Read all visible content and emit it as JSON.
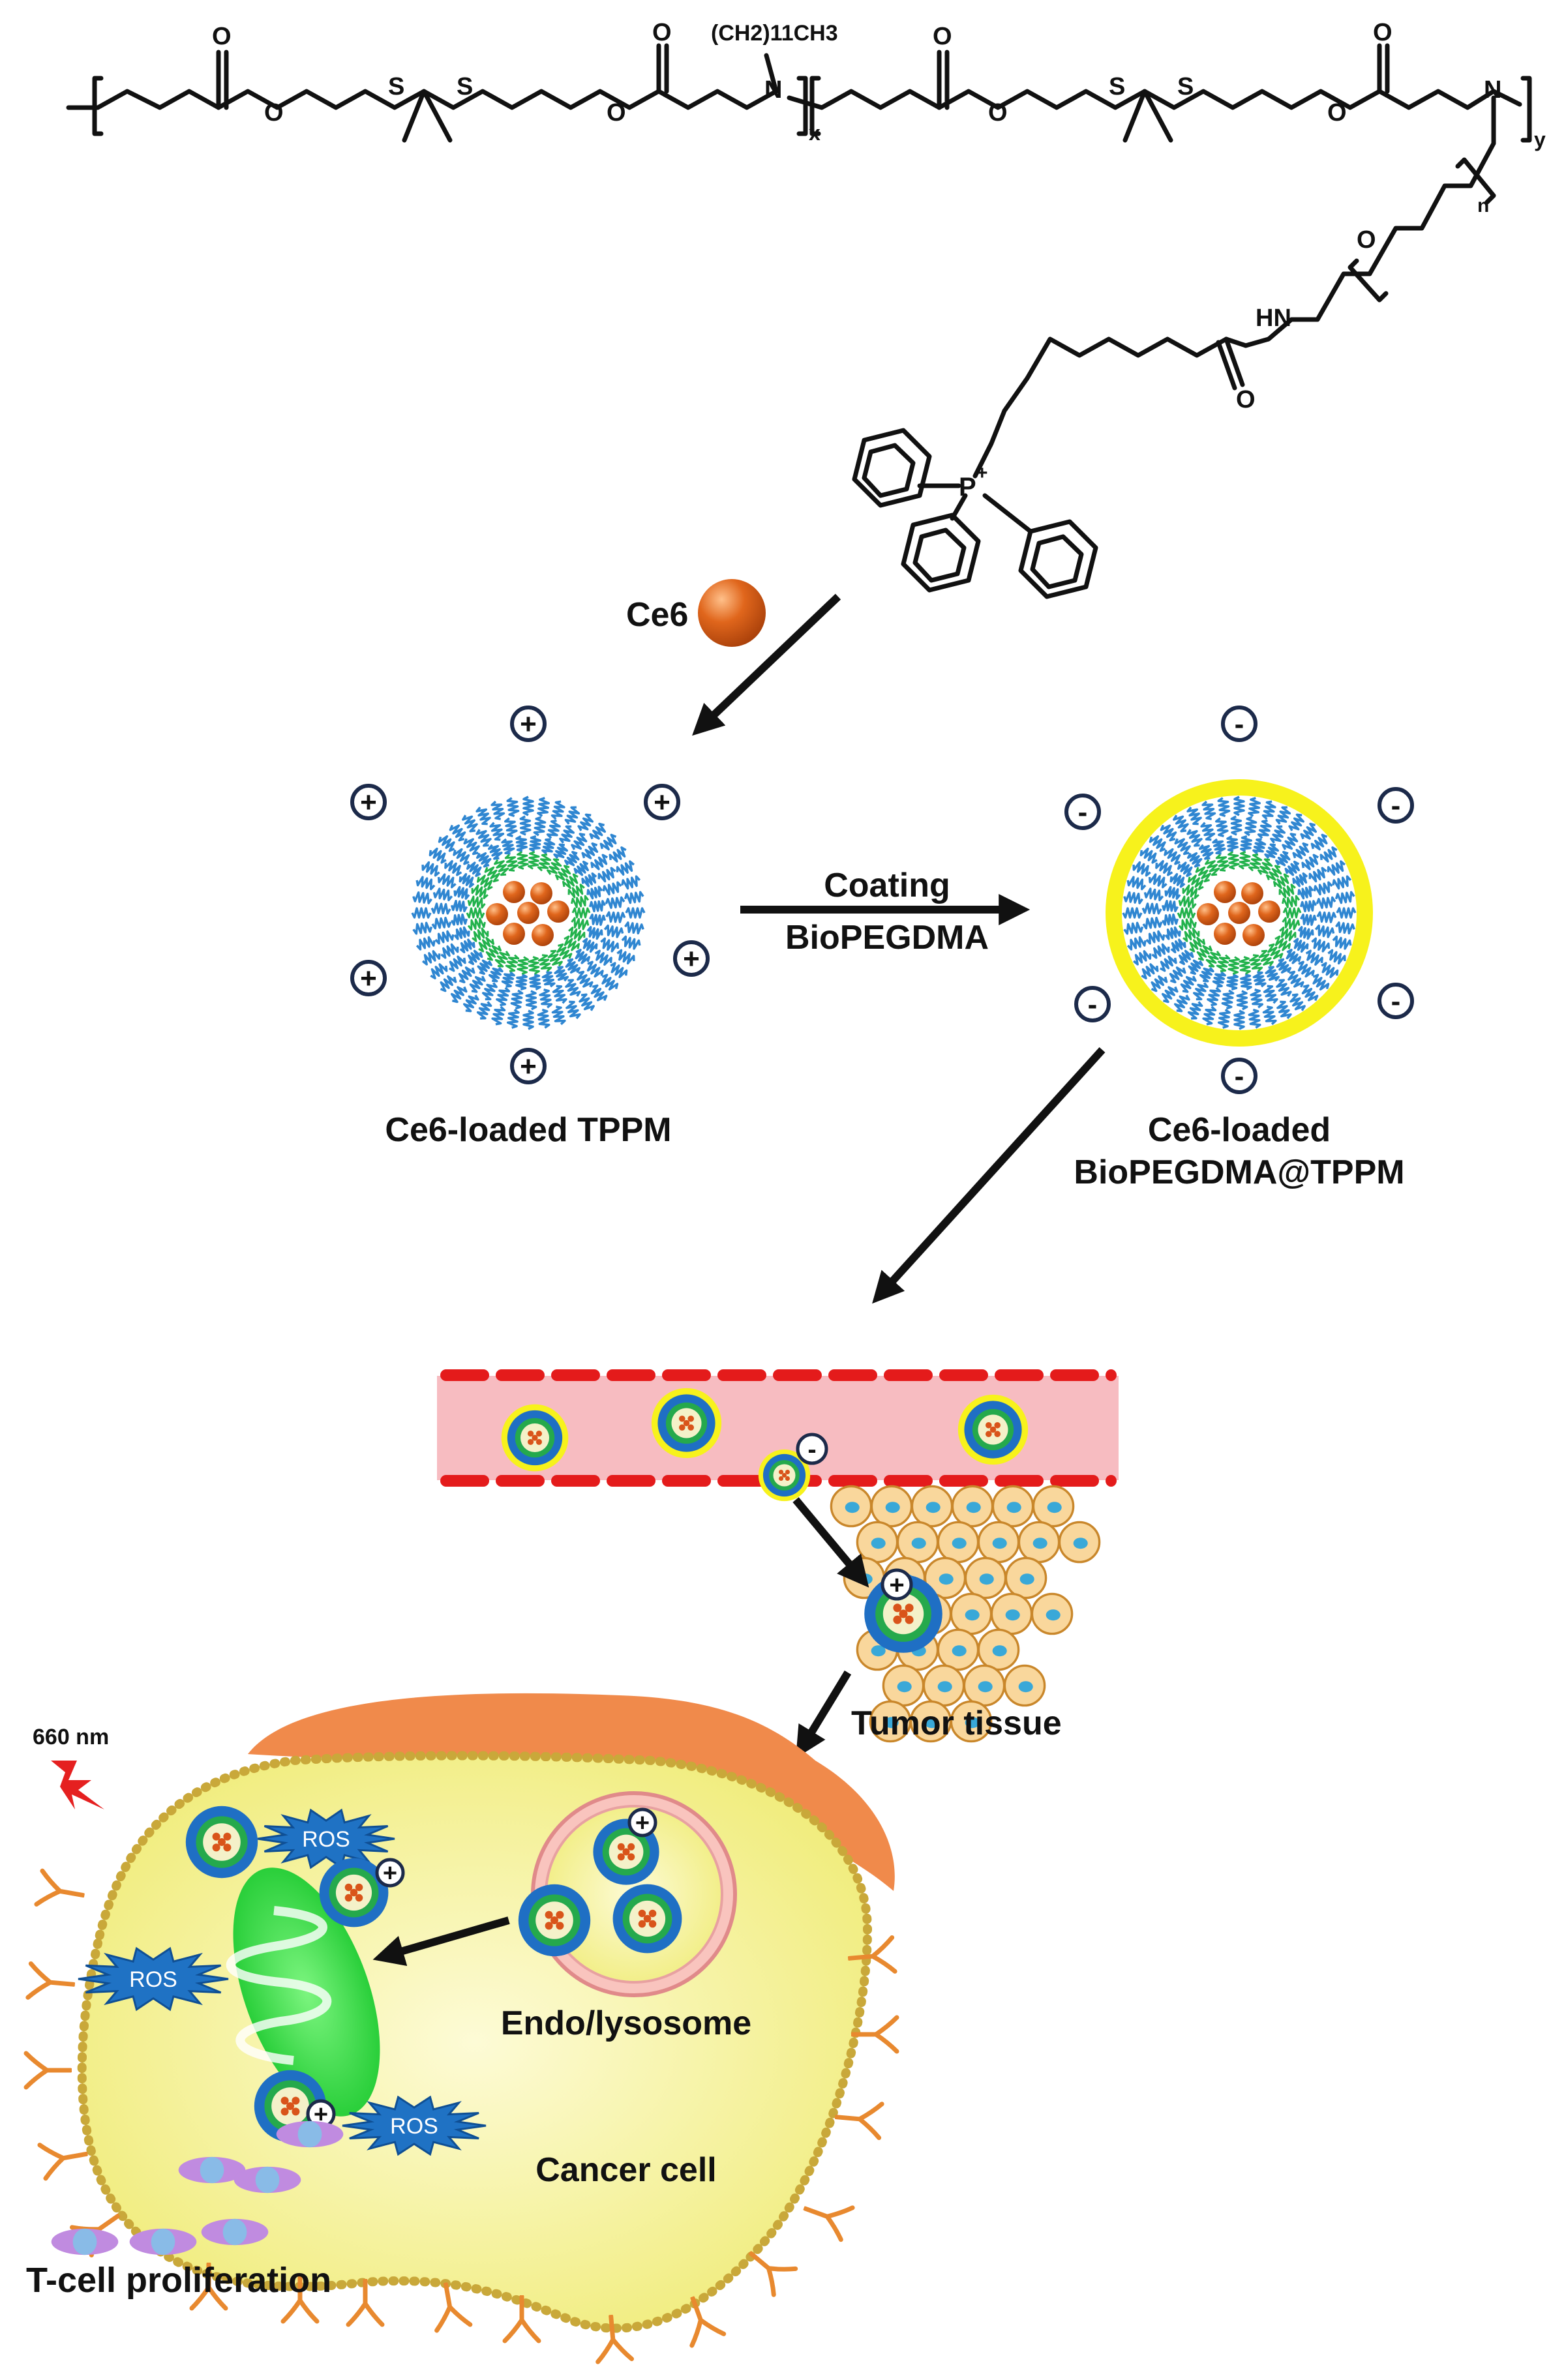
{
  "colors": {
    "ce6": "#e0661c",
    "hydrophilic_shell": "#2f86d1",
    "hydrophobic_core": "#22b24c",
    "coating": "#f7f21c",
    "vessel": "#f7bcc1",
    "vessel_wall": "#e41b1b",
    "cell_body": "#f8f5a4",
    "cell_top": "#f08a4b",
    "receptor": "#e8892f",
    "ros_burst": "#1f72c4",
    "mitochondrion": "#2de040",
    "laser": "#e52020",
    "tcell": "#c08be0"
  },
  "polymer": {
    "alkyl_chain": "(CH2)11CH3",
    "x_subscript": "x",
    "y_subscript": "y",
    "n_subscript": "n",
    "atom_O": "O",
    "atom_S": "S",
    "atom_N": "N",
    "atom_HN": "HN",
    "atom_P": "P",
    "p_charge": "+"
  },
  "labels": {
    "ce6": "Ce6",
    "coating": "Coating",
    "biopegdma": "BioPEGDMA",
    "tppm": "Ce6-loaded TPPM",
    "coated_line1": "Ce6-loaded",
    "coated_line2": "BioPEGDMA@TPPM",
    "tumor": "Tumor tissue",
    "laser": "660 nm",
    "ros": "ROS",
    "endo": "Endo/lysosome",
    "cancer": "Cancer cell",
    "tcell": "T-cell proliferation",
    "plus": "+",
    "minus": "-"
  }
}
